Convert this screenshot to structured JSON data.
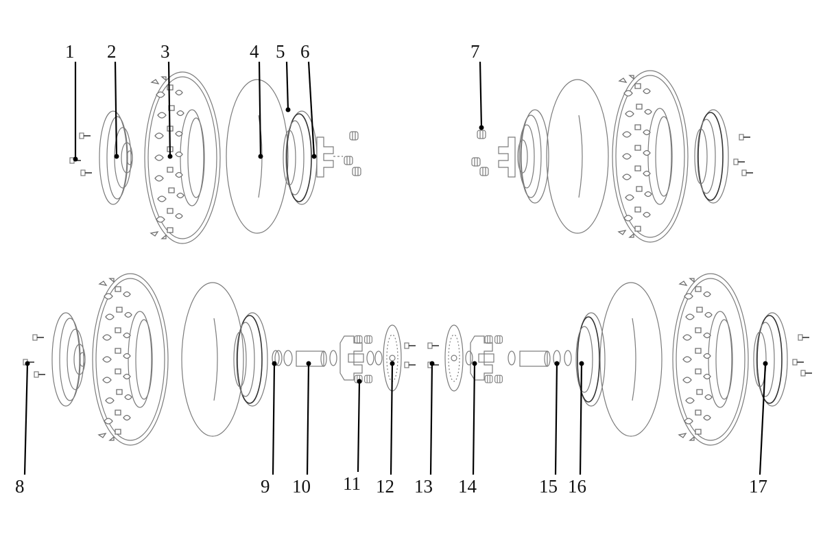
{
  "diagram": {
    "callouts": [
      {
        "num": "1"
      },
      {
        "num": "2"
      },
      {
        "num": "3"
      },
      {
        "num": "4"
      },
      {
        "num": "5"
      },
      {
        "num": "6"
      },
      {
        "num": "7"
      },
      {
        "num": "8"
      },
      {
        "num": "9"
      },
      {
        "num": "10"
      },
      {
        "num": "11"
      },
      {
        "num": "12"
      },
      {
        "num": "13"
      },
      {
        "num": "14"
      },
      {
        "num": "15"
      },
      {
        "num": "16"
      },
      {
        "num": "17"
      }
    ]
  },
  "colors": {
    "background": "#ffffff",
    "line_art": "#7a7a7a",
    "leader": "#000000",
    "label": "#111111"
  }
}
